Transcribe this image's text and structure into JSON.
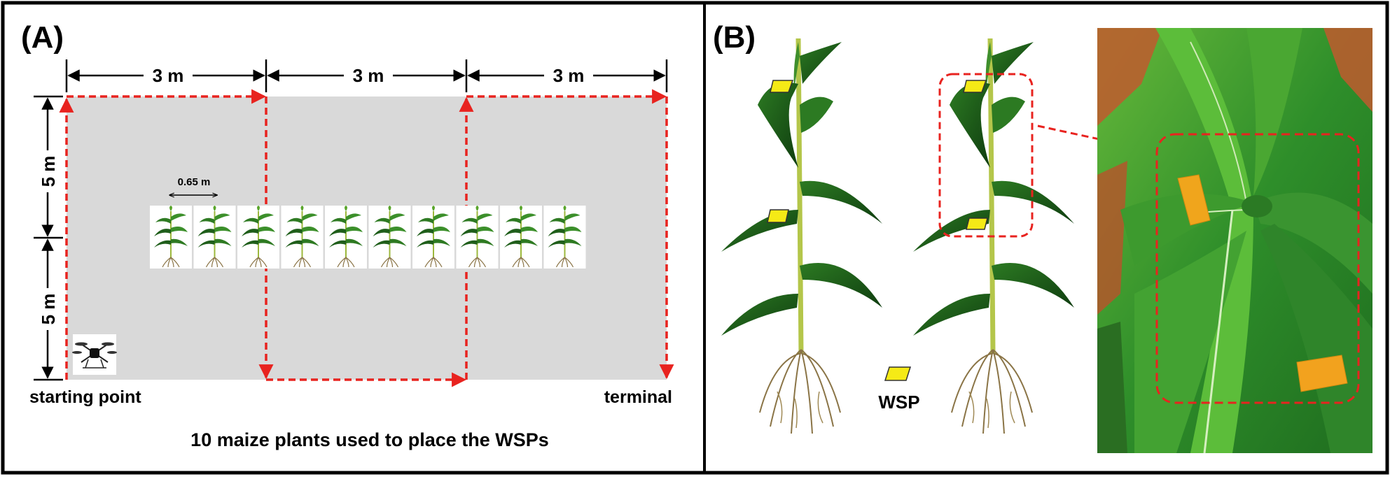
{
  "panelA": {
    "label": "(A)",
    "dim_top": [
      "3 m",
      "3 m",
      "3 m"
    ],
    "dim_left": [
      "5 m",
      "5 m"
    ],
    "spacing_label": "0.65 m",
    "start_label": "starting point",
    "end_label": "terminal",
    "caption": "10 maize plants used to place the WSPs",
    "plant_count": 10
  },
  "panelB": {
    "label": "(B)",
    "legend_label": "WSP"
  },
  "colors": {
    "field": "#d9d9d9",
    "route": "#e8231f",
    "wsp": "#f5ea16",
    "leaf_dark": "#1f5e1a",
    "leaf_light": "#5aa52c",
    "stem": "#b4c64a",
    "root": "#8a7446",
    "photo_bg": "#2f8f2b"
  },
  "icons": {
    "drone": "drone-icon",
    "plant": "maize-plant-icon"
  }
}
